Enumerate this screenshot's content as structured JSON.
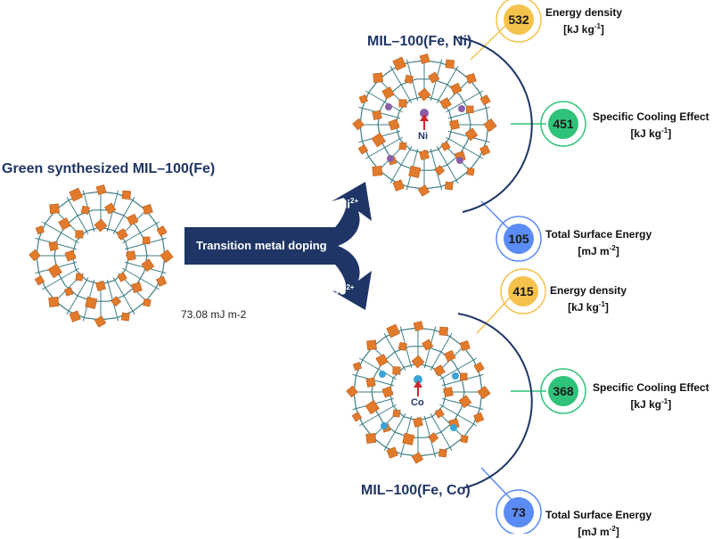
{
  "title_main": "Green synthesized MIL–100(Fe)",
  "title_ni": "MIL–100(Fe, Ni)",
  "title_co": "MIL–100(Fe, Co)",
  "base_surface_energy": "73.08 mJ m-2",
  "arrow_label": "Transition metal doping",
  "ion_ni": "Ni",
  "ion_ni_charge": "2+",
  "ion_co": "Co",
  "ion_co_charge": "2+",
  "center_ni": "Ni",
  "center_co": "Co",
  "ni_metrics": [
    {
      "value": "532",
      "label": "Energy density",
      "unit": "[kJ kg",
      "unit_exp": "-1",
      "unit_end": "]",
      "color": "#f5c24b"
    },
    {
      "value": "451",
      "label": "Specific Cooling Effect",
      "unit": "[kJ kg",
      "unit_exp": "-1",
      "unit_end": "]",
      "color": "#2fc27a"
    },
    {
      "value": "105",
      "label": "Total Surface Energy",
      "unit": "[mJ m",
      "unit_exp": "-2",
      "unit_end": "]",
      "color": "#5b8cf5"
    }
  ],
  "co_metrics": [
    {
      "value": "415",
      "label": "Energy density",
      "unit": "[kJ kg",
      "unit_exp": "-1",
      "unit_end": "]",
      "color": "#f5c24b"
    },
    {
      "value": "368",
      "label": "Specific Cooling Effect",
      "unit": "[kJ kg",
      "unit_exp": "-1",
      "unit_end": "]",
      "color": "#2fc27a"
    },
    {
      "value": "73",
      "label": "Total Surface Energy",
      "unit": "[mJ m",
      "unit_exp": "-2",
      "unit_end": "]",
      "color": "#5b8cf5"
    }
  ],
  "colors": {
    "navy": "#1f3566",
    "frame_orange": "#e27a2c",
    "frame_teal": "#3f7f85",
    "ni_dot": "#8a5fa8",
    "co_dot": "#3aa3d8",
    "arrow_red": "#d0262d"
  }
}
